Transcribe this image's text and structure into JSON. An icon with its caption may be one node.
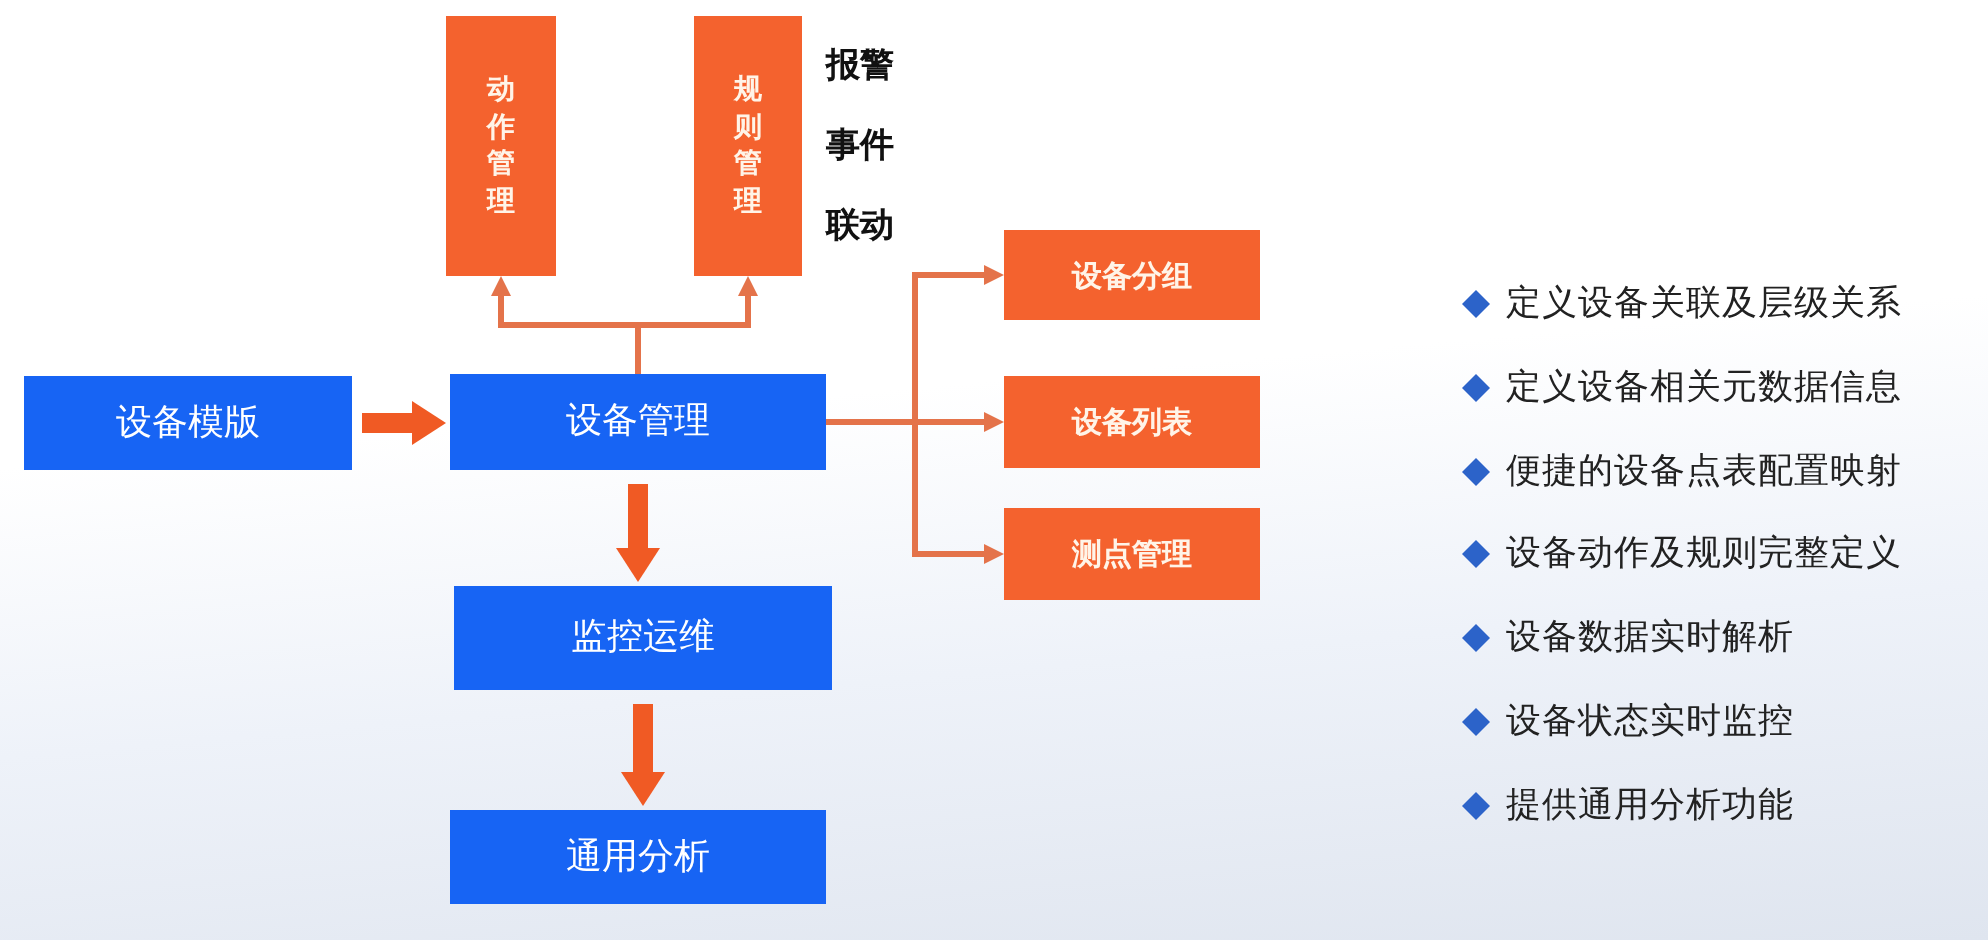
{
  "diagram": {
    "nodes": [
      {
        "text": [
          "设备模版"
        ]
      },
      {
        "text": [
          "设备管理"
        ]
      },
      {
        "text": [
          "动作管理"
        ]
      },
      {
        "text": [
          "规则管理"
        ],
        "beside": [
          "报警",
          "事件",
          "联动"
        ]
      },
      {
        "text": [
          "设备分组"
        ]
      },
      {
        "text": [
          "设备列表"
        ]
      },
      {
        "text": [
          "测点管理"
        ]
      },
      {
        "text": [
          "监控运维"
        ]
      },
      {
        "text": [
          "通用分析"
        ]
      }
    ],
    "edges": [
      {
        "from": 0,
        "to": 1,
        "arrow": "to",
        "style": "thick"
      },
      {
        "from": 1,
        "to": 2,
        "arrow": "to"
      },
      {
        "from": 1,
        "to": 3,
        "arrow": "to"
      },
      {
        "from": 1,
        "to": 4,
        "arrow": "to"
      },
      {
        "from": 1,
        "to": 5,
        "arrow": "to"
      },
      {
        "from": 1,
        "to": 6,
        "arrow": "to"
      },
      {
        "from": 1,
        "to": 7,
        "arrow": "to",
        "style": "thick"
      },
      {
        "from": 7,
        "to": 8,
        "arrow": "to",
        "style": "thick"
      }
    ],
    "labels": [
      "定义设备关联及层级关系",
      "定义设备相关元数据信息",
      "便捷的设备点表配置映射",
      "设备动作及规则完整定义",
      "设备数据实时解析",
      "设备状态实时监控",
      "提供通用分析功能"
    ]
  }
}
